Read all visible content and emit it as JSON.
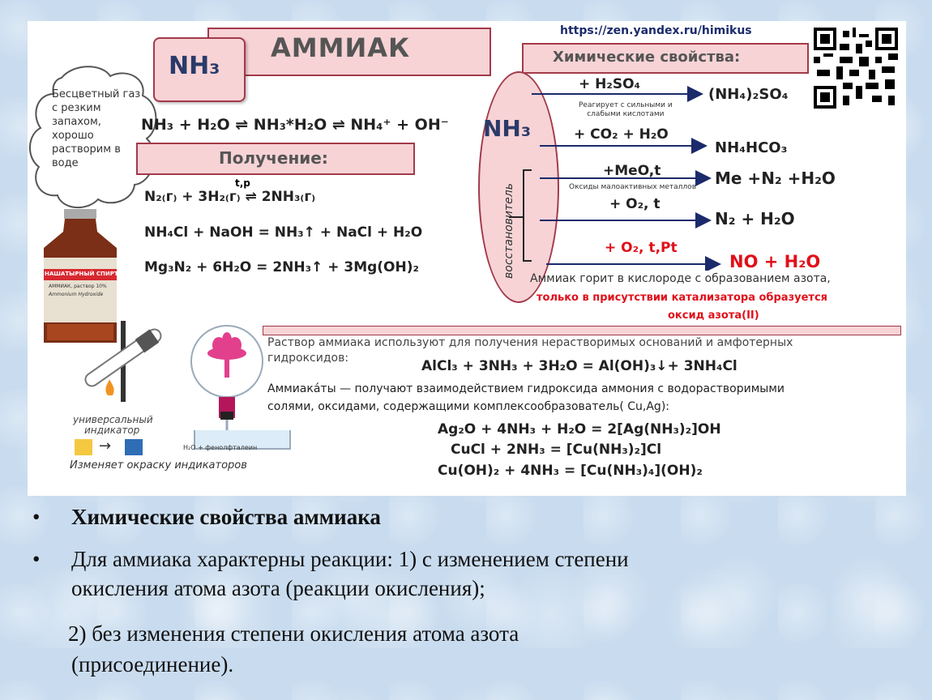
{
  "poster": {
    "url": "https://zen.yandex.ru/himikus",
    "title": "АММИАК",
    "formula_badge": "NH₃",
    "bubble_text": [
      "Бесцветный газ",
      "с резким",
      "запахом,",
      "хорошо",
      "растворим в",
      "воде"
    ],
    "hydration_eq": "NH₃ + H₂O ⇌ NH₃*H₂O ⇌ NH₄⁺ + OH⁻",
    "production_header": "Получение:",
    "production_conditions": "t,p",
    "production_eqs": [
      "N₂₍г₎ + 3H₂₍г₎ ⇌ 2NH₃₍г₎",
      "NH₄Cl + NaOH = NH₃↑ + NaCl + H₂O",
      "Mg₃N₂ + 6H₂O = 2NH₃↑ + 3Mg(OH)₂"
    ],
    "chem_props_header": "Химические свойства:",
    "oval_formula": "NH₃",
    "oval_vertical_label": "восстановитель",
    "reactions": [
      {
        "reagent": "+ H₂SO₄",
        "note": "Реагирует с сильными и\nслабыми кислотами",
        "product": "(NH₄)₂SO₄"
      },
      {
        "reagent": "+ CO₂ + H₂O",
        "note": "",
        "product": "NH₄HCO₃"
      },
      {
        "reagent": "+MeO,t",
        "note": "Оксиды малоактивных металлов",
        "product": "Me +N₂ +H₂O"
      },
      {
        "reagent": "+ O₂, t",
        "note": "",
        "product": "N₂ + H₂O"
      },
      {
        "reagent": "+ O₂, t,Pt",
        "note": "",
        "product": "NO + H₂O"
      }
    ],
    "combustion_note": "Аммиак горит в кислороде с образованием азота,",
    "catalyst_note_line1": "только в присутствии катализатора образуется",
    "catalyst_note_line2": "оксид азота(II)",
    "solution_text_line1": "Раствор аммиака используют для получения нерастворимых оснований и амфотерных",
    "solution_text_line2": "гидроксидов:",
    "hydroxide_eq": "AlCl₃ + 3NH₃ + 3H₂O = Al(OH)₃↓+ 3NH₄Cl",
    "ammoniates_line1": "Аммиака́ты — получают взаимодействием гидроксида аммония с водорастворимыми",
    "ammoniates_line2": "солями, оксидами, содержащими комплексообразователь( Cu,Ag):",
    "complex_eqs": [
      "Ag₂O + 4NH₃ + H₂O = 2[Ag(NH₃)₂]OH",
      "CuCl + 2NH₃ = [Cu(NH₃)₂]Cl",
      "Cu(OH)₂ + 4NH₃ = [Cu(NH₃)₄](OH)₂"
    ],
    "bottle_label_1": "НАШАТЫРНЫЙ СПИРТ",
    "bottle_label_2": "АММИАК, раствор 10%",
    "bottle_label_3": "Ammonium Hydroxide",
    "indicator_label": "универсальный\nиндикатор",
    "indicator_caption": "Изменяет окраску индикаторов",
    "flask_label": "H₂O + фенолфталеин",
    "colors": {
      "pink": "#f7d3d6",
      "border": "#a23a4a",
      "red": "#e0101a",
      "arrow": "#1b2a6b",
      "indicator_from": "#f5c842",
      "indicator_to": "#2f6db5"
    }
  },
  "slide": {
    "bullet_1": "Химические свойства аммиака",
    "bullet_2_line1": "Для аммиака характерны реакции: 1) с изменением степени",
    "bullet_2_line2": "окисления атома азота (реакции окисления);",
    "bullet_3_line1": "2) без изменения степени окисления атома азота",
    "bullet_3_line2": "(присоединение)."
  }
}
